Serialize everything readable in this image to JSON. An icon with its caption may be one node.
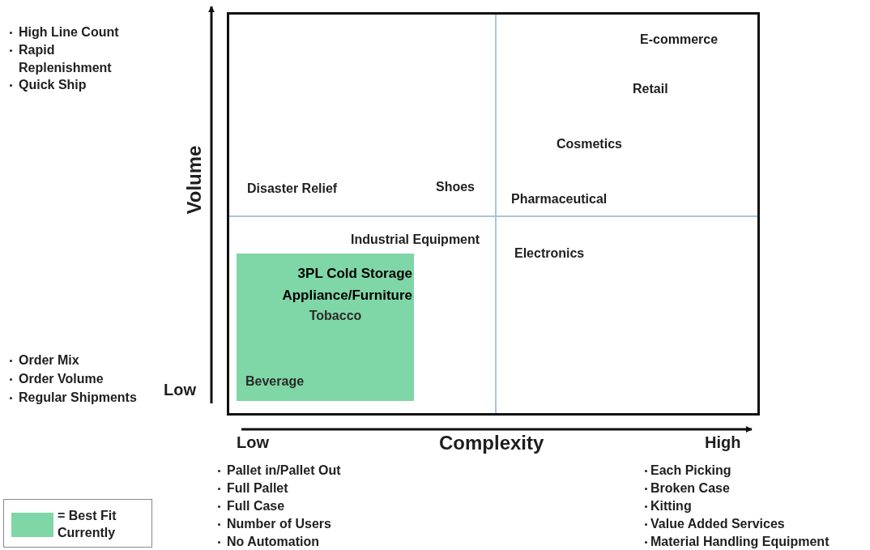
{
  "diagram": {
    "nodes": [
      {
        "text": [
          "3PL Cold Storage",
          "Appliance/Furniture",
          "Tobacco",
          "Beverage"
        ]
      }
    ],
    "labels": [
      "High Line Count",
      "Rapid Replenishment",
      "Quick Ship",
      "E-commerce",
      "Retail",
      "Cosmetics",
      "Volume",
      "Disaster Relief",
      "Shoes",
      "Pharmaceutical",
      "Industrial Equipment",
      "Electronics",
      "Order Mix",
      "Order Volume",
      "Regular Shipments",
      "Low",
      "Low",
      "Complexity",
      "High",
      "Pallet in/Pallet Out",
      "Each Picking",
      "Full Pallet",
      "Broken Case",
      "Full Case",
      "Kitting",
      "Number of Users",
      "Value Added Services",
      "No Automation",
      "Material Handling Equipment"
    ],
    "legend": [
      {
        "text": "= Best Fit Currently",
        "color": "#7fd6a6"
      }
    ]
  }
}
